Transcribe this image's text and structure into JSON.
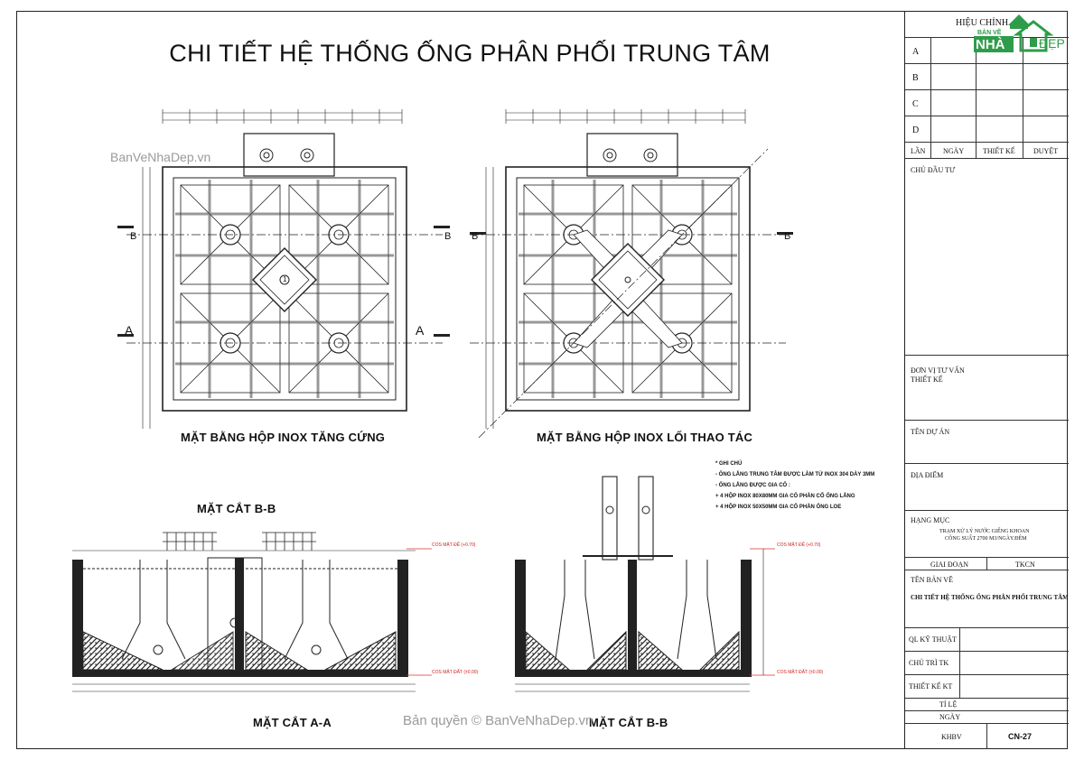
{
  "title": "CHI TIẾT HỆ THỐNG ỐNG PHÂN PHỐI TRUNG TÂM",
  "plans": {
    "left_caption": "MẶT BẰNG HỘP INOX TĂNG CỨNG",
    "right_caption": "MẶT BẰNG HỘP INOX LỐI THAO TÁC",
    "section_marks": {
      "a": "A",
      "b": "B"
    },
    "center_mark": "1"
  },
  "sections": {
    "bb_heading": "MẶT CẮT B-B",
    "aa_caption": "MẶT CẮT A-A",
    "bb_caption_bottom": "MẶT CẮT B-B",
    "level_top": "COS MẶT ĐẾ (+0.70)",
    "level_bottom": "COS MẶT ĐẤT (±0.00)"
  },
  "notes": {
    "heading": "* GHI CHÚ",
    "lines": [
      "- ỐNG LẮNG TRUNG TÂM ĐƯỢC LÀM TỪ INOX 304 DÀY 3MM",
      "- ỐNG LẮNG ĐƯỢC GIA CỐ :",
      "+ 4 HỘP INOX 80X80MM GIA CỐ PHẦN CỔ ỐNG LẮNG",
      "+ 4 HỘP INOX 50X50MM GIA CỐ PHẦN ỐNG LOE"
    ]
  },
  "watermarks": {
    "top": "BanVeNhaDep.vn",
    "bottom": "Bản quyền © BanVeNhaDep.vn"
  },
  "title_block": {
    "logo_top": "BẢN VẼ",
    "logo_main": "NHÀ",
    "logo_side": "ĐẸP",
    "revision_heading": "HIỆU CHỈNH",
    "revisions": [
      "A",
      "B",
      "C",
      "D"
    ],
    "col_lan": "LẦN",
    "col_ngay": "NGÀY",
    "col_thietke": "THIẾT KẾ",
    "col_duyet": "DUYỆT",
    "chu_dau_tu": "CHỦ ĐẦU TƯ",
    "don_vi_line1": "ĐƠN VỊ TƯ VẤN",
    "don_vi_line2": "THIẾT KẾ",
    "ten_du_an": "TÊN DỰ ÁN",
    "dia_diem": "ĐỊA ĐIỂM",
    "hang_muc": "HẠNG MỤC",
    "hang_muc_line1": "TRẠM XỬ LÝ NƯỚC GIẾNG KHOAN",
    "hang_muc_line2": "CÔNG SUẤT 2700 M3/NGÀY.ĐÊM",
    "giai_doan": "GIAI ĐOẠN",
    "giai_doan_val": "TKCN",
    "ten_ban_ve": "TÊN BẢN VẼ",
    "ten_ban_ve_val": "CHI TIẾT HỆ THỐNG ỐNG PHÂN PHỐI TRUNG TÂM",
    "ql_ky_thuat": "QL KỸ THUẬT",
    "chu_tri_tk": "CHỦ TRÌ TK",
    "thiet_ke_kt": "THIẾT KẾ KT",
    "ti_le": "TỈ LỆ",
    "ngay": "NGÀY",
    "khbv": "KHBV",
    "sheet": "CN-27"
  }
}
